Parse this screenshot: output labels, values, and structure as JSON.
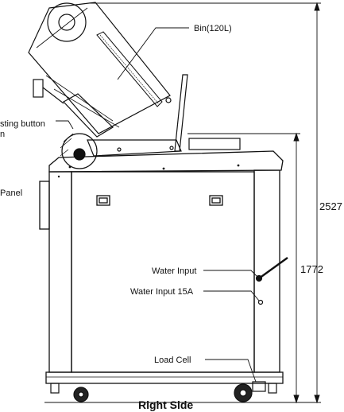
{
  "labels": {
    "bin": "Bin(120L)",
    "tilting_button_line1": "sting button",
    "tilting_button_line2": "n",
    "panel": "Panel",
    "water_input": "Water Input",
    "water_input_15a": "Water Input 15A",
    "load_cell": "Load Cell",
    "view_title": "Right Side"
  },
  "dimensions": {
    "overall_height": "2527",
    "body_height": "1772"
  }
}
